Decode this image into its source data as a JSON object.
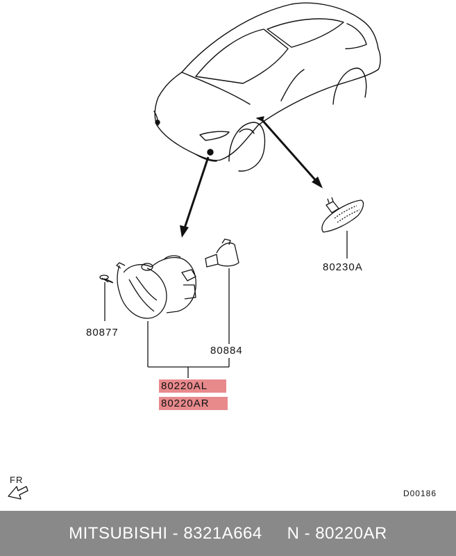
{
  "parts": {
    "side_marker": "80230A",
    "screw": "80877",
    "bulb": "80884",
    "fog_lamp_left": "80220AL",
    "fog_lamp_right": "80220AR"
  },
  "orientation_label": "FR",
  "diagram_code": "D00186",
  "footer": {
    "brand": "MITSUBISHI",
    "sep1": " - ",
    "oem_number": "8321A664",
    "gap": "     ",
    "prefix": "N - ",
    "part_number": "80220AR"
  },
  "colors": {
    "highlight": "#e8898c",
    "footer_bg": "#898989",
    "footer_text": "#ffffff"
  }
}
